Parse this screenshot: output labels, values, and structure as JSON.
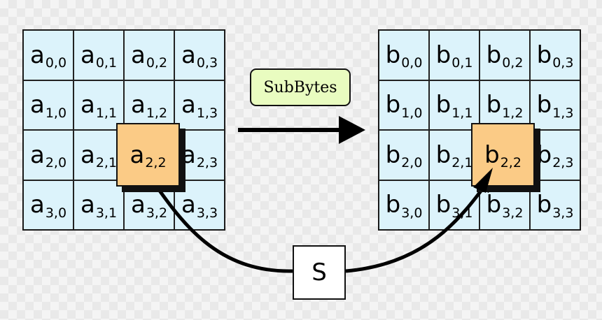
{
  "left_grid": {
    "rows": [
      [
        [
          "a",
          "0,0"
        ],
        [
          "a",
          "0,1"
        ],
        [
          "a",
          "0,2"
        ],
        [
          "a",
          "0,3"
        ]
      ],
      [
        [
          "a",
          "1,0"
        ],
        [
          "a",
          "1,1"
        ],
        [
          "a",
          "1,2"
        ],
        [
          "a",
          "1,3"
        ]
      ],
      [
        [
          "a",
          "2,0"
        ],
        [
          "a",
          "2,1"
        ],
        [
          "a",
          "2,2"
        ],
        [
          "a",
          "2,3"
        ]
      ],
      [
        [
          "a",
          "3,0"
        ],
        [
          "a",
          "3,1"
        ],
        [
          "a",
          "3,2"
        ],
        [
          "a",
          "3,3"
        ]
      ]
    ],
    "highlight": {
      "letter": "a",
      "sub": "2,2"
    }
  },
  "right_grid": {
    "rows": [
      [
        [
          "b",
          "0,0"
        ],
        [
          "b",
          "0,1"
        ],
        [
          "b",
          "0,2"
        ],
        [
          "b",
          "0,3"
        ]
      ],
      [
        [
          "b",
          "1,0"
        ],
        [
          "b",
          "1,1"
        ],
        [
          "b",
          "1,2"
        ],
        [
          "b",
          "1,3"
        ]
      ],
      [
        [
          "b",
          "2,0"
        ],
        [
          "b",
          "2,1"
        ],
        [
          "b",
          "2,2"
        ],
        [
          "b",
          "2,3"
        ]
      ],
      [
        [
          "b",
          "3,0"
        ],
        [
          "b",
          "3,1"
        ],
        [
          "b",
          "3,2"
        ],
        [
          "b",
          "3,3"
        ]
      ]
    ],
    "highlight": {
      "letter": "b",
      "sub": "2,2"
    }
  },
  "operation_label": "SubBytes",
  "sbox_label": "S",
  "colors": {
    "cell": "#dcf3fb",
    "highlight": "#fbcb86",
    "operation_box": "#e9fcc0",
    "sbox": "#ffffff",
    "stroke": "#111111"
  }
}
